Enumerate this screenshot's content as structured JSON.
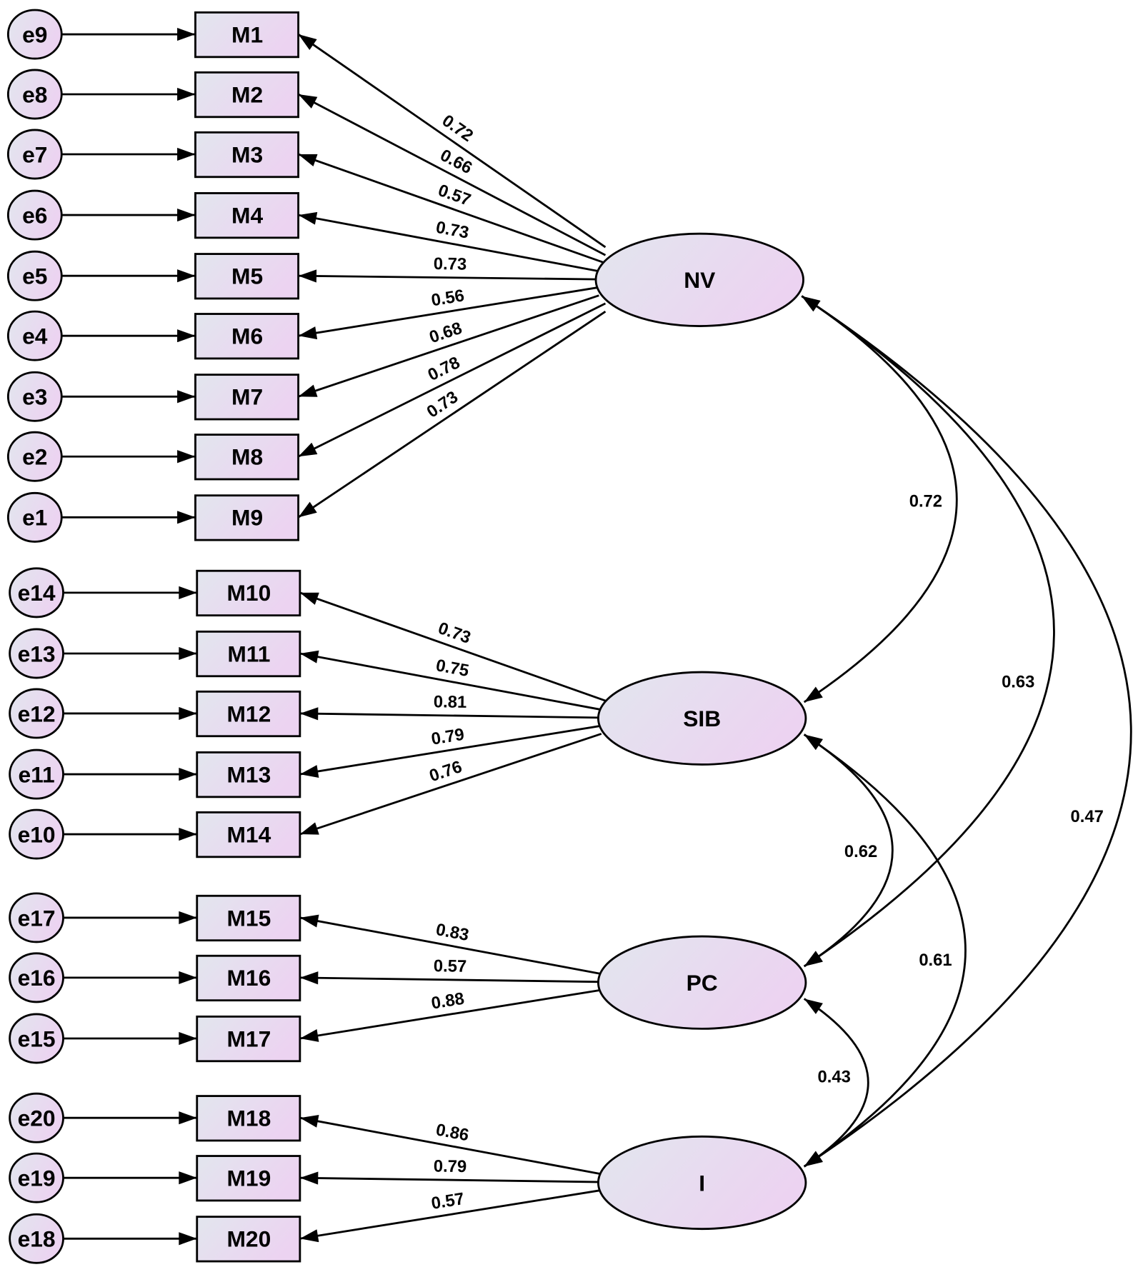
{
  "colors": {
    "fill_start": "#e2e6ee",
    "fill_end": "#ecd3f1",
    "stroke": "#000000"
  },
  "latents": [
    {
      "id": "NV",
      "label": "NV",
      "indicators": [
        {
          "error": "e9",
          "item": "M1",
          "loading": "0.72"
        },
        {
          "error": "e8",
          "item": "M2",
          "loading": "0.66"
        },
        {
          "error": "e7",
          "item": "M3",
          "loading": "0.57"
        },
        {
          "error": "e6",
          "item": "M4",
          "loading": "0.73"
        },
        {
          "error": "e5",
          "item": "M5",
          "loading": "0.73"
        },
        {
          "error": "e4",
          "item": "M6",
          "loading": "0.56"
        },
        {
          "error": "e3",
          "item": "M7",
          "loading": "0.68"
        },
        {
          "error": "e2",
          "item": "M8",
          "loading": "0.78"
        },
        {
          "error": "e1",
          "item": "M9",
          "loading": "0.73"
        }
      ]
    },
    {
      "id": "SIB",
      "label": "SIB",
      "indicators": [
        {
          "error": "e14",
          "item": "M10",
          "loading": "0.73"
        },
        {
          "error": "e13",
          "item": "M11",
          "loading": "0.75"
        },
        {
          "error": "e12",
          "item": "M12",
          "loading": "0.81"
        },
        {
          "error": "e11",
          "item": "M13",
          "loading": "0.79"
        },
        {
          "error": "e10",
          "item": "M14",
          "loading": "0.76"
        }
      ]
    },
    {
      "id": "PC",
      "label": "PC",
      "indicators": [
        {
          "error": "e17",
          "item": "M15",
          "loading": "0.83"
        },
        {
          "error": "e16",
          "item": "M16",
          "loading": "0.57"
        },
        {
          "error": "e15",
          "item": "M17",
          "loading": "0.88"
        }
      ]
    },
    {
      "id": "I",
      "label": "I",
      "indicators": [
        {
          "error": "e20",
          "item": "M18",
          "loading": "0.86"
        },
        {
          "error": "e19",
          "item": "M19",
          "loading": "0.79"
        },
        {
          "error": "e18",
          "item": "M20",
          "loading": "0.57"
        }
      ]
    }
  ],
  "correlations": [
    {
      "from": "NV",
      "to": "SIB",
      "value": "0.72"
    },
    {
      "from": "NV",
      "to": "PC",
      "value": "0.63"
    },
    {
      "from": "NV",
      "to": "I",
      "value": "0.47"
    },
    {
      "from": "SIB",
      "to": "PC",
      "value": "0.62"
    },
    {
      "from": "SIB",
      "to": "I",
      "value": "0.61"
    },
    {
      "from": "PC",
      "to": "I",
      "value": "0.43"
    }
  ]
}
